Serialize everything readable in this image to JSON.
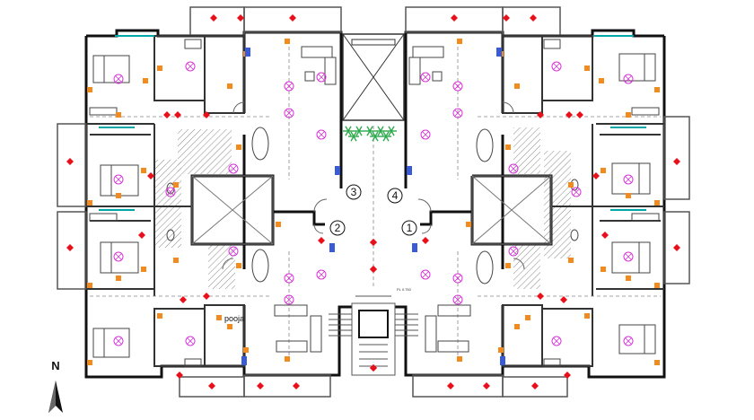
{
  "plan": {
    "north_label": "N",
    "units": [
      "1",
      "2",
      "3",
      "4"
    ],
    "room_label": "pooja",
    "level_mark": "PL 0.750"
  },
  "colors": {
    "wall": "#111111",
    "partition": "#555555",
    "light": "#d633d6",
    "socket": "#f28a1c",
    "point": "#e8101a",
    "switch": "#3a5bd6",
    "plant": "#2aa84a",
    "hatch": "#888888",
    "fixture": "#00a6a6"
  },
  "icons": {
    "north": "north-arrow-icon",
    "light": "ceiling-light-icon",
    "socket": "power-socket-icon",
    "point": "electrical-point-icon"
  }
}
